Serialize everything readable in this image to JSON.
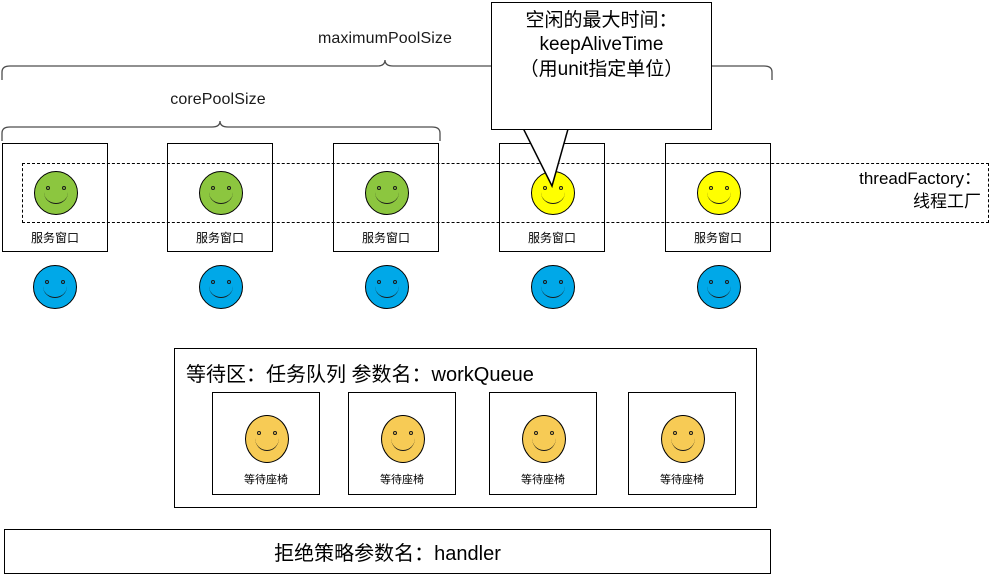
{
  "diagram": {
    "title": "Java ThreadPoolExecutor parameters diagram",
    "colors": {
      "core_face": "#8CC63F",
      "extra_face": "#FFFF00",
      "idle_face": "#00A8E8",
      "queue_face": "#F7CB55",
      "stroke": "#000000",
      "brace_stroke": "#4D4D4D",
      "background": "#FFFFFF"
    },
    "braces": [
      {
        "name": "maximumPoolSize",
        "label": "maximumPoolSize"
      },
      {
        "name": "corePoolSize",
        "label": "corePoolSize"
      }
    ],
    "callout": {
      "lines": [
        "空闲的最大时间：",
        "keepAliveTime",
        "（用unit指定单位）"
      ]
    },
    "thread_factory": {
      "lines": [
        "threadFactory：",
        "线程工厂"
      ]
    },
    "threads": [
      {
        "label": "服务窗口",
        "face": "core"
      },
      {
        "label": "服务窗口",
        "face": "core"
      },
      {
        "label": "服务窗口",
        "face": "core"
      },
      {
        "label": "服务窗口",
        "face": "extra"
      },
      {
        "label": "服务窗口",
        "face": "extra"
      }
    ],
    "idle_faces": [
      {
        "face": "idle"
      },
      {
        "face": "idle"
      },
      {
        "face": "idle"
      },
      {
        "face": "idle"
      },
      {
        "face": "idle"
      }
    ],
    "queue": {
      "title": "等待区：任务队列 参数名：workQueue",
      "seats": [
        {
          "label": "等待座椅"
        },
        {
          "label": "等待座椅"
        },
        {
          "label": "等待座椅"
        },
        {
          "label": "等待座椅"
        }
      ]
    },
    "handler": {
      "label": "拒绝策略参数名：handler"
    }
  }
}
